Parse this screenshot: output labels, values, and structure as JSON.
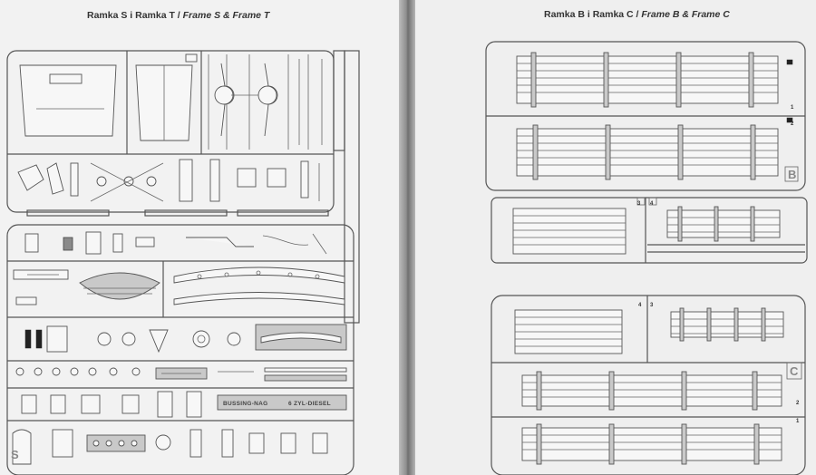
{
  "left_page": {
    "title_pl": "Ramka S i Ramka T /",
    "title_en": "Frame S & Frame T",
    "emboss_text_1": "BUSSING-NAG",
    "emboss_text_2": "6 ZYL-DIESEL",
    "corner_mark": "S"
  },
  "right_page": {
    "title_pl": "Ramka B i Ramka C /",
    "title_en": "Frame B & Frame C",
    "frame_letter_b": "B",
    "frame_letter_c": "C",
    "part_numbers": [
      "1",
      "2",
      "3",
      "4",
      "4",
      "3",
      "2",
      "1"
    ]
  }
}
